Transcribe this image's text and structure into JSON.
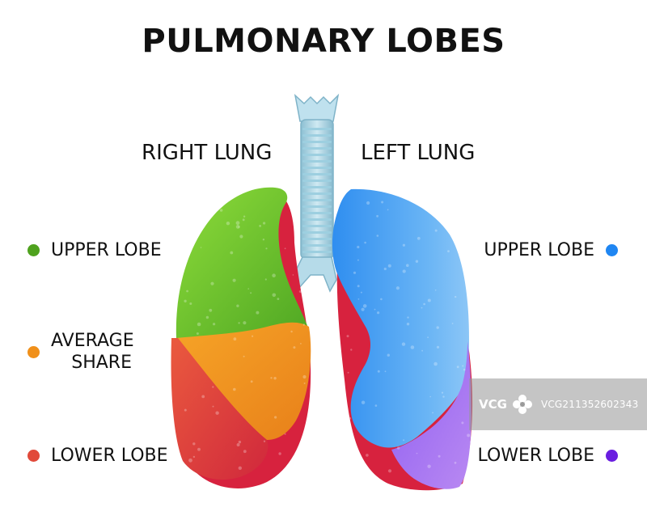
{
  "title": "PULMONARY LOBES",
  "headings": {
    "right_lung": "RIGHT LUNG",
    "left_lung": "LEFT LUNG"
  },
  "legend_right_lung": [
    {
      "label": "UPPER LOBE",
      "color": "#4fa21e"
    },
    {
      "label_lines": [
        "AVERAGE",
        "SHARE"
      ],
      "color": "#f0901a"
    },
    {
      "label": "LOWER LOBE",
      "color": "#e14a3a"
    }
  ],
  "legend_left_lung": [
    {
      "label": "UPPER LOBE",
      "color": "#1f86f2"
    },
    {
      "label": "LOWER LOBE",
      "color": "#6a1ee0"
    }
  ],
  "colors": {
    "right_upper": "#72c92c",
    "right_middle": "#f29a1f",
    "right_lower": "#e2413e",
    "left_upper": "#4aa6f2",
    "left_lower": "#a36cf0",
    "lung_back": "#d8233f",
    "trachea": "#a9d3e2"
  },
  "watermark": {
    "logo": "VCG",
    "code": "VCG211352602343"
  }
}
